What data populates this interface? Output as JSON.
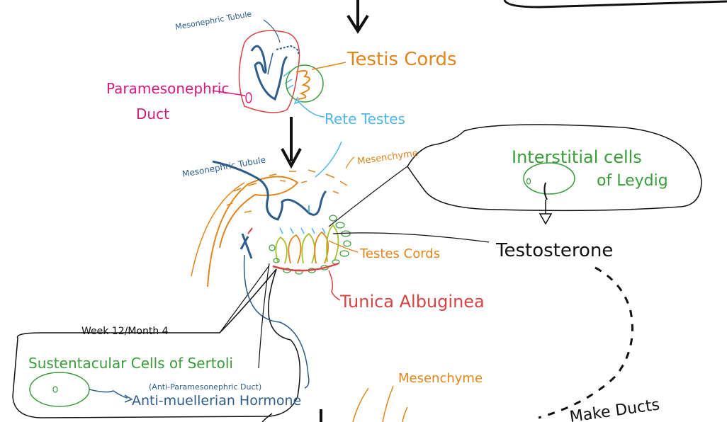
{
  "labels": {
    "mesonephric_tubule_top": "Mesonephric Tubule",
    "testis_cords": "Testis Cords",
    "paramesonephric_line1": "Paramesonephric",
    "paramesonephric_line2": "Duct",
    "rete_testes": "Rete Testes",
    "mesonephric_tubule_mid": "Mesonephric Tubule",
    "mesenchyme_upper": "Mesenchyme",
    "interstitial_line1": "Interstitial cells",
    "interstitial_line2": "of Leydig",
    "testosterone": "Testosterone",
    "testes_cords": "Testes Cords",
    "tunica_albuginea": "Tunica Albuginea",
    "week": "Week 12/Month 4",
    "sertoli": "Sustentacular Cells of Sertoli",
    "anti_paramesonephric": "(Anti-Paramesonephric Duct)",
    "amh": "Anti-muellerian Hormone",
    "mesenchyme_lower": "Mesenchyme",
    "make_ducts": "Make Ducts"
  },
  "colors": {
    "blue": "#2f5d8a",
    "orange": "#e0851c",
    "magenta": "#d6187a",
    "red": "#d84343",
    "green": "#3a9c3a",
    "lightblue": "#4fb6e6",
    "yellowgreen": "#a8c02a",
    "black": "#111111"
  }
}
